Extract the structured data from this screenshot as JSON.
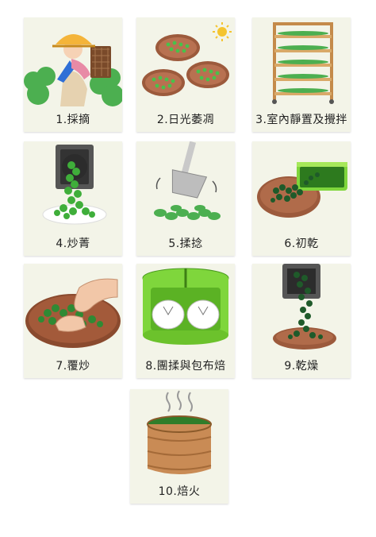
{
  "steps": [
    {
      "label": "1.採摘"
    },
    {
      "label": "2.日光萎凋"
    },
    {
      "label": "3.室內靜置及攪拌"
    },
    {
      "label": "4.炒菁"
    },
    {
      "label": "5.揉捻"
    },
    {
      "label": "6.初乾"
    },
    {
      "label": "7.覆炒"
    },
    {
      "label": "8.團揉與包布焙"
    },
    {
      "label": "9.乾燥"
    },
    {
      "label": "10.焙火"
    }
  ],
  "colors": {
    "leaf_green": "#3fae3a",
    "dark_green": "#1f5a2a",
    "tray_brown": "#9c5a3c",
    "card_bg": "#f3f4e8",
    "machine_green": "#7fd63c"
  }
}
